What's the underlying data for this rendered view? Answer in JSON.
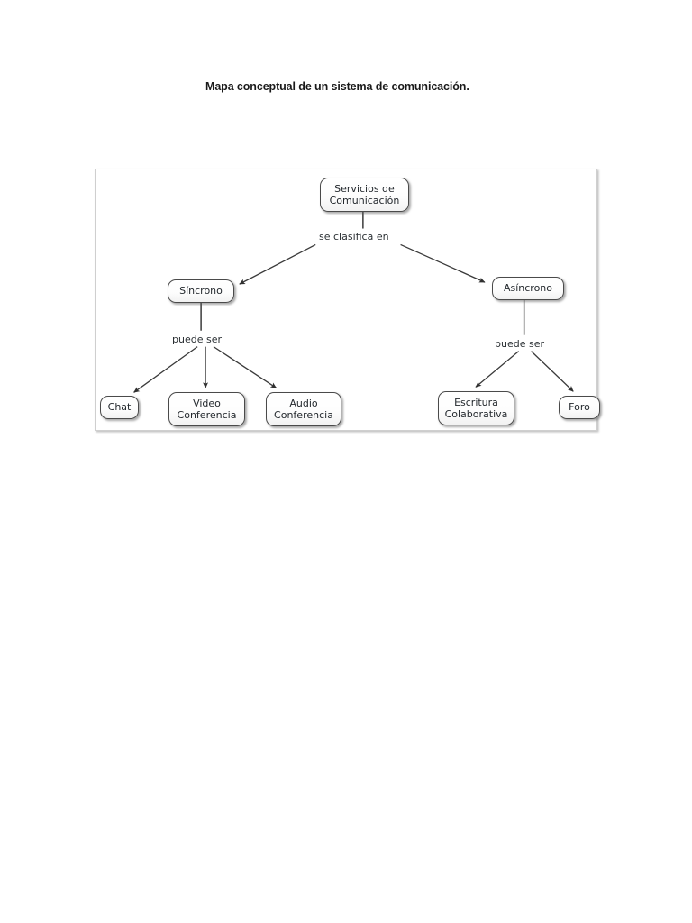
{
  "page": {
    "title": "Mapa conceptual de un sistema de comunicación."
  },
  "diagram": {
    "type": "concept-map",
    "nodes": {
      "root": "Servicios de\nComunicación",
      "sincrono": "Síncrono",
      "asincrono": "Asíncrono",
      "chat": "Chat",
      "video_conferencia": "Video\nConferencia",
      "audio_conferencia": "Audio\nConferencia",
      "escritura_colaborativa": "Escritura\nColaborativa",
      "foro": "Foro"
    },
    "edge_labels": {
      "se_clasifica_en": "se clasifica en",
      "puede_ser_izquierda": "puede ser",
      "puede_ser_derecha": "puede ser"
    },
    "colors": {
      "node_border": "#4a4a4a",
      "node_fill": "#ffffff",
      "edge": "#3a3a3a",
      "frame_border": "#cfcfcf",
      "text": "#23282d"
    }
  }
}
